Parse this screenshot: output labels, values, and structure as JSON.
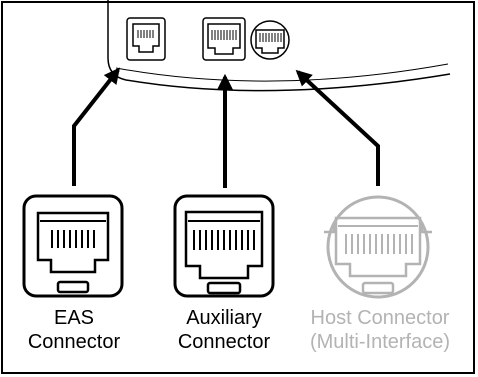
{
  "labels": {
    "eas": {
      "line1": "EAS",
      "line2": "Connector"
    },
    "auxiliary": {
      "line1": "Auxiliary",
      "line2": "Connector"
    },
    "host": {
      "line1": "Host Connector",
      "line2": "(Multi-Interface)"
    }
  },
  "colors": {
    "stroke": "#000000",
    "host_muted": "#b3b3b3",
    "background": "#ffffff"
  },
  "icons": [
    "rj45-jack-icon",
    "rj48-jack-icon",
    "multi-interface-jack-icon",
    "arrow-icon"
  ]
}
